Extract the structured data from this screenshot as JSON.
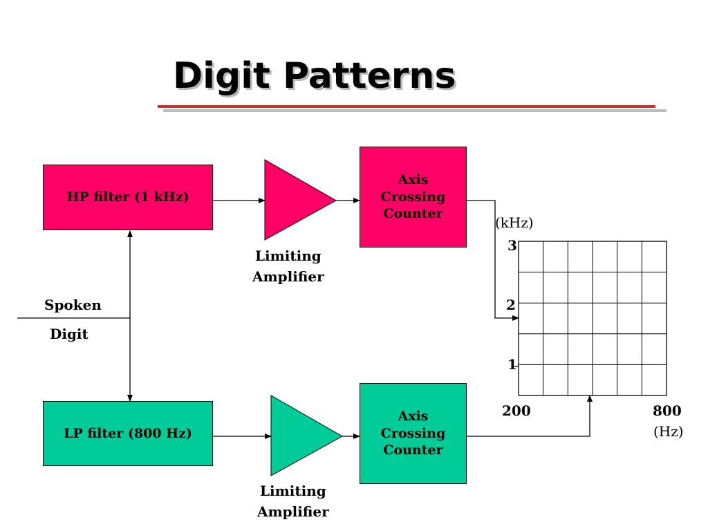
{
  "title": "Digit Patterns",
  "input_label_line1": "Spoken",
  "input_label_line2": "Digit",
  "hp_filter": "HP filter (1 kHz)",
  "lp_filter": "LP filter (800 Hz)",
  "amplifier_label_top": "Limiting\nAmplifier",
  "amplifier_label_bottom": "Limiting\nAmplifier",
  "counter_top": "Axis\nCrossing\nCounter",
  "counter_bottom": "Axis\nCrossing\nCounter",
  "grid": {
    "y_unit": "(kHz)",
    "y_ticks": [
      "3",
      "2",
      "1"
    ],
    "x_tick_left": "200",
    "x_tick_right": "800",
    "x_unit": "(Hz)",
    "columns": 6,
    "rows": 5
  },
  "colors": {
    "hp_path": "#ff0066",
    "lp_path": "#00cc99",
    "title_rule": "#c0392b"
  }
}
